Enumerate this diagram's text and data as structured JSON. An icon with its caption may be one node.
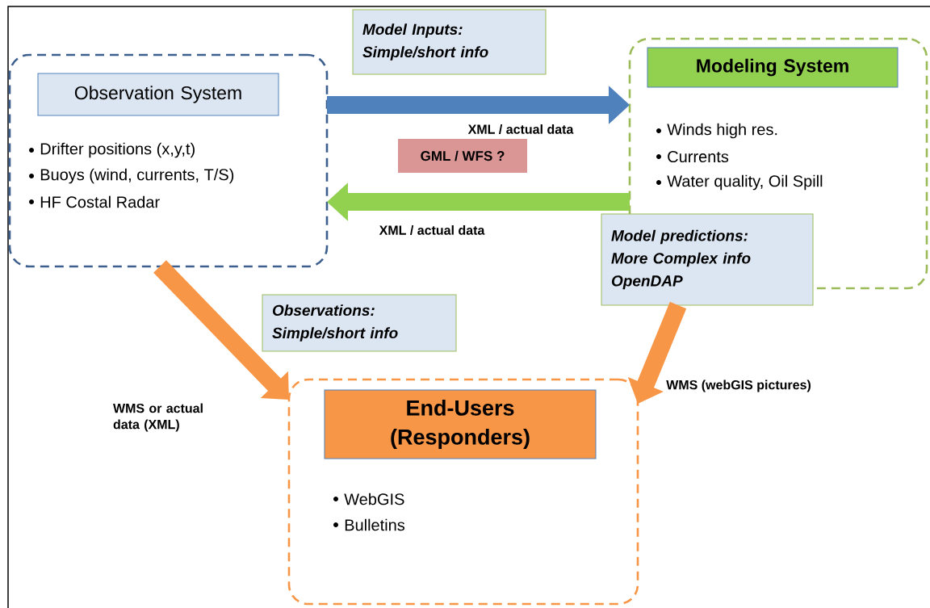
{
  "diagram": {
    "nodes": [
      {
        "text": [
          "Drifter positions (x,y,t)",
          "Buoys (wind, currents, T/S)",
          "HF Costal Radar"
        ]
      },
      {
        "text": [
          "Observation System"
        ],
        "in": 0
      },
      {
        "text": [
          "Winds high res.",
          "Currents",
          "Water quality, Oil Spill"
        ]
      },
      {
        "text": [
          "Modeling System"
        ],
        "in": 2
      },
      {
        "text": [
          "WebGIS",
          "Bulletins"
        ]
      },
      {
        "text": [
          "End-Users (Responders)"
        ],
        "in": 4
      },
      {
        "text": [
          "Model Inputs: Simple/short info"
        ]
      },
      {
        "text": [
          "GML / WFS ?"
        ]
      },
      {
        "text": [
          "Model predictions: More Complex info OpenDAP"
        ]
      },
      {
        "text": [
          "Observations: Simple/short info"
        ]
      }
    ],
    "edges": [
      {
        "from": 0,
        "to": 2,
        "arrow": "to",
        "label": "XML / actual data",
        "color": "#4f81bd"
      },
      {
        "from": 2,
        "to": 0,
        "arrow": "to",
        "label": "XML / actual data",
        "color": "#92d050"
      },
      {
        "from": 0,
        "to": 4,
        "arrow": "to",
        "label": "WMS or actual data (XML)",
        "color": "#f79646"
      },
      {
        "from": 8,
        "to": 4,
        "arrow": "to",
        "label": "WMS (webGIS pictures)",
        "color": "#f79646"
      }
    ]
  }
}
